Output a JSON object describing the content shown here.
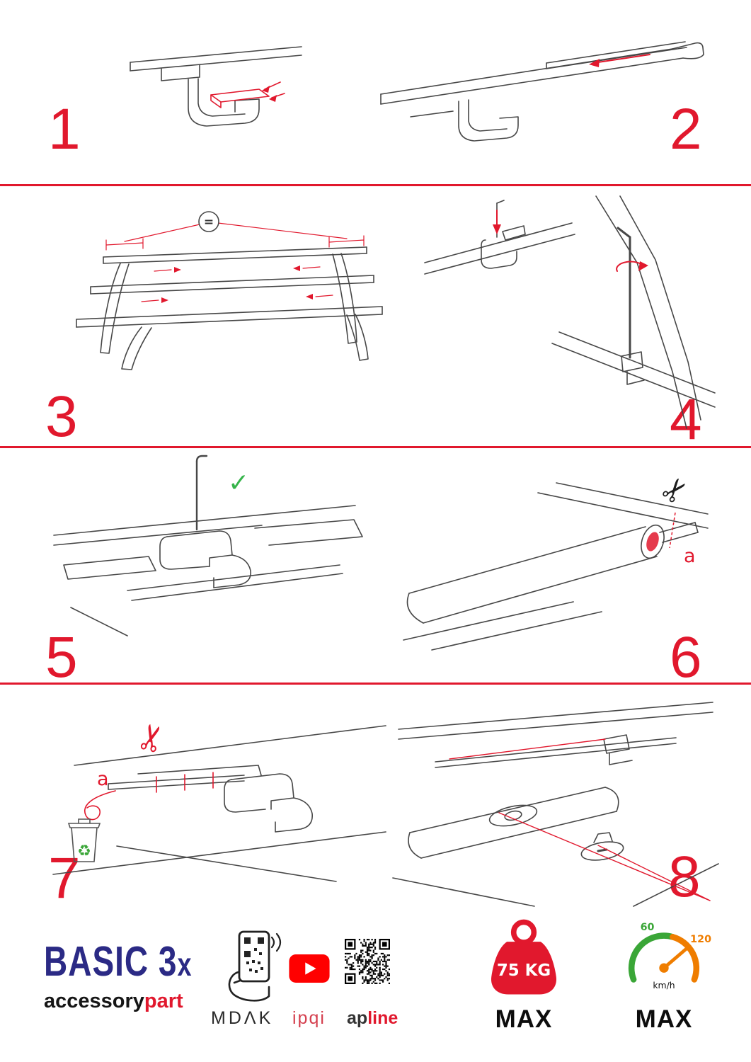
{
  "accent_color": "#e1182d",
  "steps": [
    {
      "number": "1"
    },
    {
      "number": "2"
    },
    {
      "number": "3"
    },
    {
      "number": "4"
    },
    {
      "number": "5"
    },
    {
      "number": "6"
    },
    {
      "number": "7"
    },
    {
      "number": "8"
    }
  ],
  "annotations": {
    "equal_spacing_symbol": "=",
    "checkmark": "✓",
    "cut_label_step6": "a",
    "cut_label_step7": "a",
    "scissors_step6": "✂",
    "scissors_step7": "✂",
    "recycle_symbol": "♻"
  },
  "footer": {
    "brand": {
      "name": "BASIC 3",
      "suffix": "x",
      "sub_prefix": "accessory",
      "sub_suffix": "part"
    },
    "logos": {
      "mdak": "MDΛK",
      "ipqi": "ipqi",
      "apline_prefix": "ap",
      "apline_suffix": "line"
    },
    "weight_limit": {
      "value": "75 KG",
      "label": "MAX"
    },
    "speed_limit": {
      "tick_low": "60",
      "tick_high": "120",
      "unit": "km/h",
      "label": "MAX"
    }
  }
}
